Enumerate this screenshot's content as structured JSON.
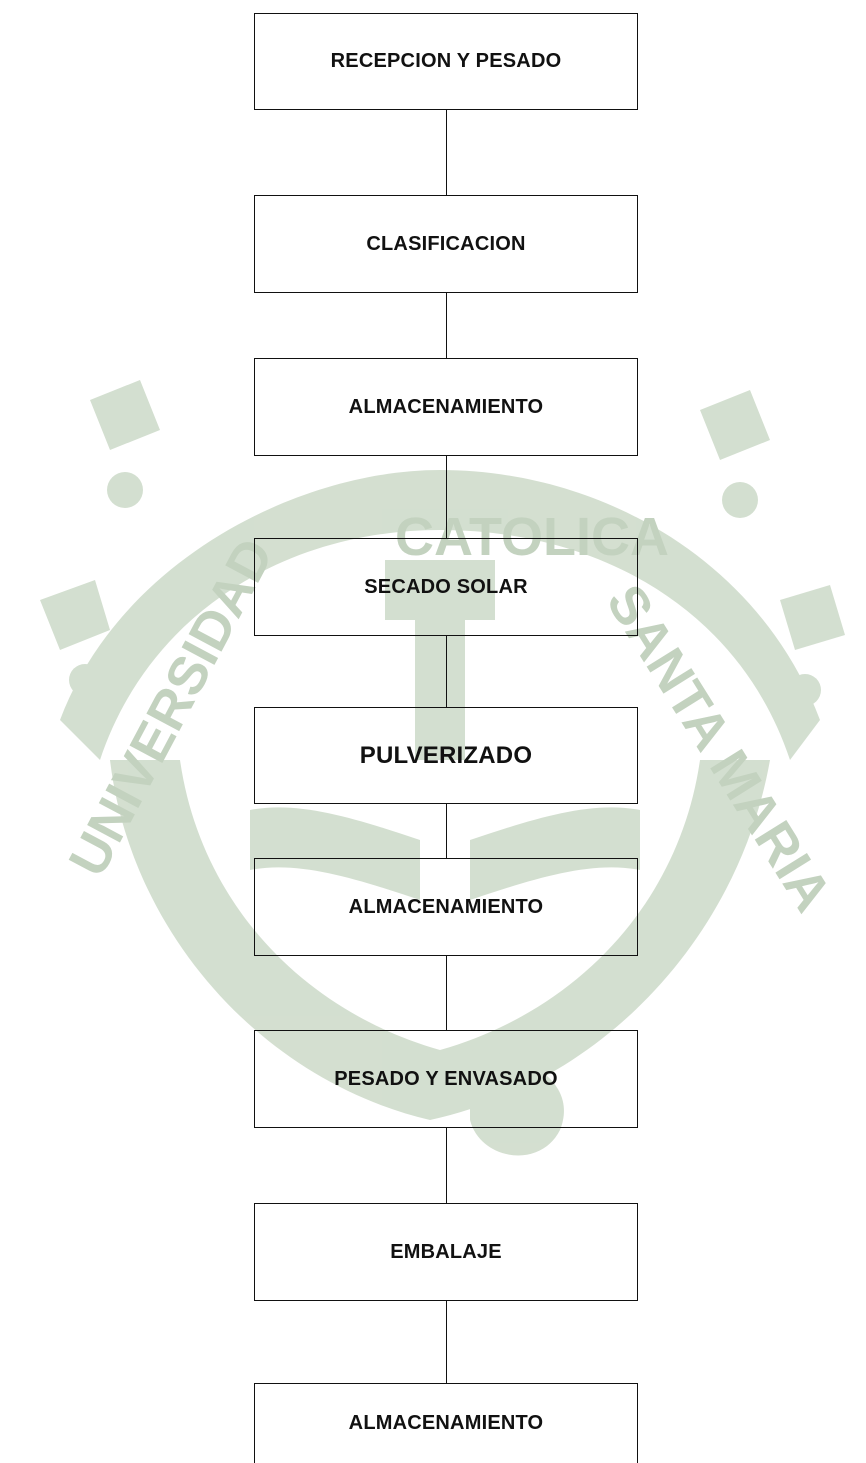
{
  "diagram": {
    "type": "flowchart",
    "direction": "top-to-bottom",
    "steps": [
      {
        "id": "s1",
        "label": "RECEPCION Y PESADO"
      },
      {
        "id": "s2",
        "label": "CLASIFICACION"
      },
      {
        "id": "s3",
        "label": "ALMACENAMIENTO"
      },
      {
        "id": "s4",
        "label": "SECADO SOLAR"
      },
      {
        "id": "s5",
        "label": "PULVERIZADO"
      },
      {
        "id": "s6",
        "label": "ALMACENAMIENTO"
      },
      {
        "id": "s7",
        "label": "PESADO Y ENVASADO"
      },
      {
        "id": "s8",
        "label": "EMBALAJE"
      },
      {
        "id": "s9",
        "label": "ALMACENAMIENTO"
      }
    ],
    "edges": [
      {
        "from": "s1",
        "to": "s2"
      },
      {
        "from": "s2",
        "to": "s3"
      },
      {
        "from": "s3",
        "to": "s4"
      },
      {
        "from": "s4",
        "to": "s5"
      },
      {
        "from": "s5",
        "to": "s6"
      },
      {
        "from": "s6",
        "to": "s7"
      },
      {
        "from": "s7",
        "to": "s8"
      },
      {
        "from": "s8",
        "to": "s9"
      }
    ]
  },
  "watermark": {
    "text_left": "UNIVERSIDAD",
    "text_top": "CATOLICA",
    "text_right": "SANTA MARIA",
    "color": "#c8d6c4"
  },
  "colors": {
    "box_border": "#111111",
    "text": "#111111",
    "background": "#ffffff"
  }
}
